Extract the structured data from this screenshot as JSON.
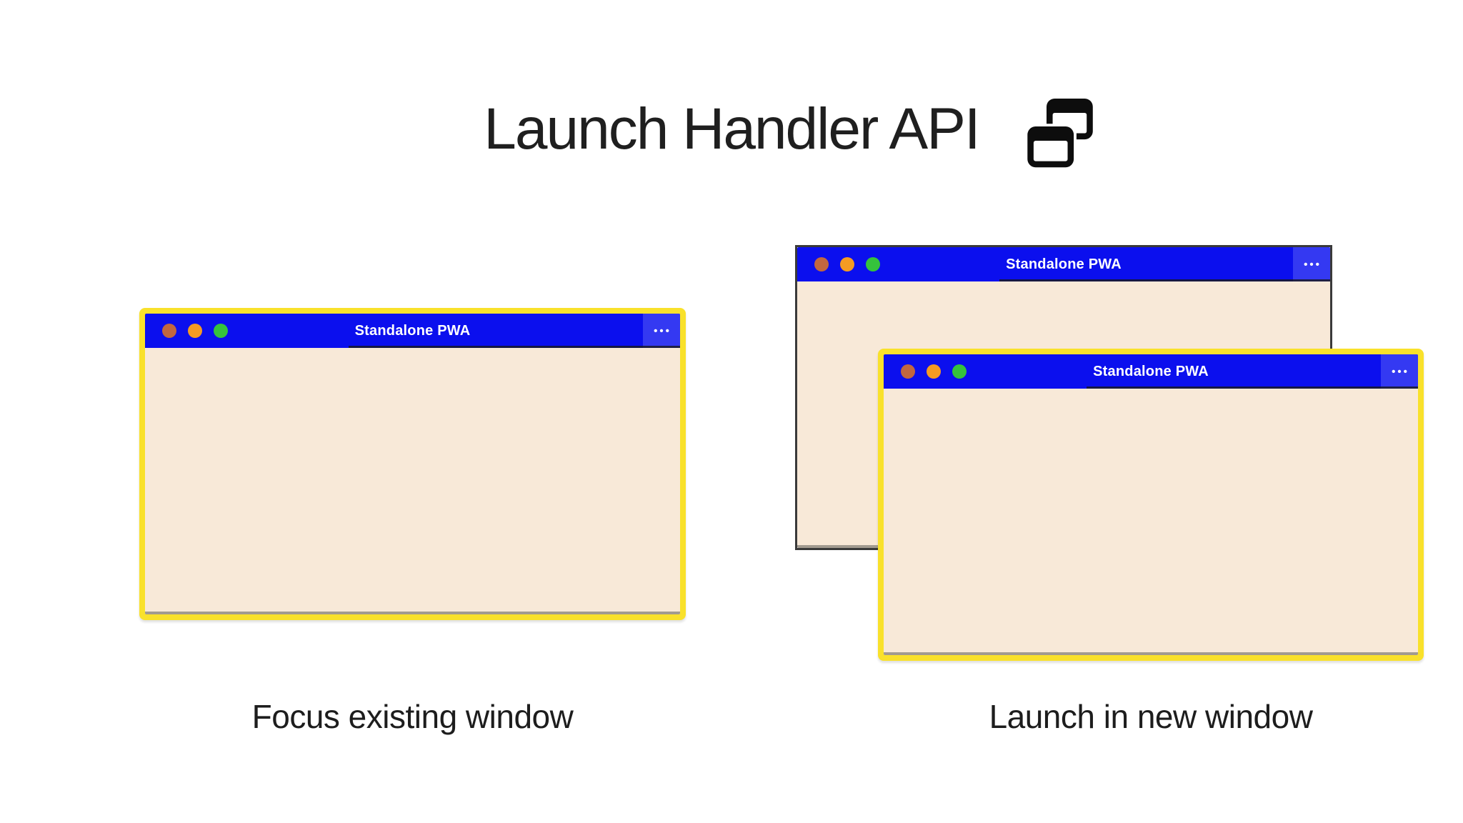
{
  "header": {
    "title": "Launch Handler API",
    "icon": "overlapping-windows-icon"
  },
  "left_section": {
    "caption": "Focus existing window",
    "window": {
      "title": "Standalone PWA",
      "menu_label": "•••"
    }
  },
  "right_section": {
    "caption": "Launch in new window",
    "back_window": {
      "title": "Standalone PWA",
      "menu_label": "•••"
    },
    "front_window": {
      "title": "Standalone PWA",
      "menu_label": "•••"
    }
  },
  "colors": {
    "page_background": "#ffffff",
    "titlebar_blue": "#0b0fee",
    "titlebar_menu_blue": "#3439f2",
    "window_body_cream": "#f8e9d8",
    "focus_border_yellow": "#f9e12b",
    "back_window_border_gray": "#3a3a3a",
    "dot_close": "#c2673f",
    "dot_minimize": "#f59b22",
    "dot_maximize": "#35c33c",
    "title_text": "#1f1f1f",
    "titlebar_text": "#ffffff"
  }
}
